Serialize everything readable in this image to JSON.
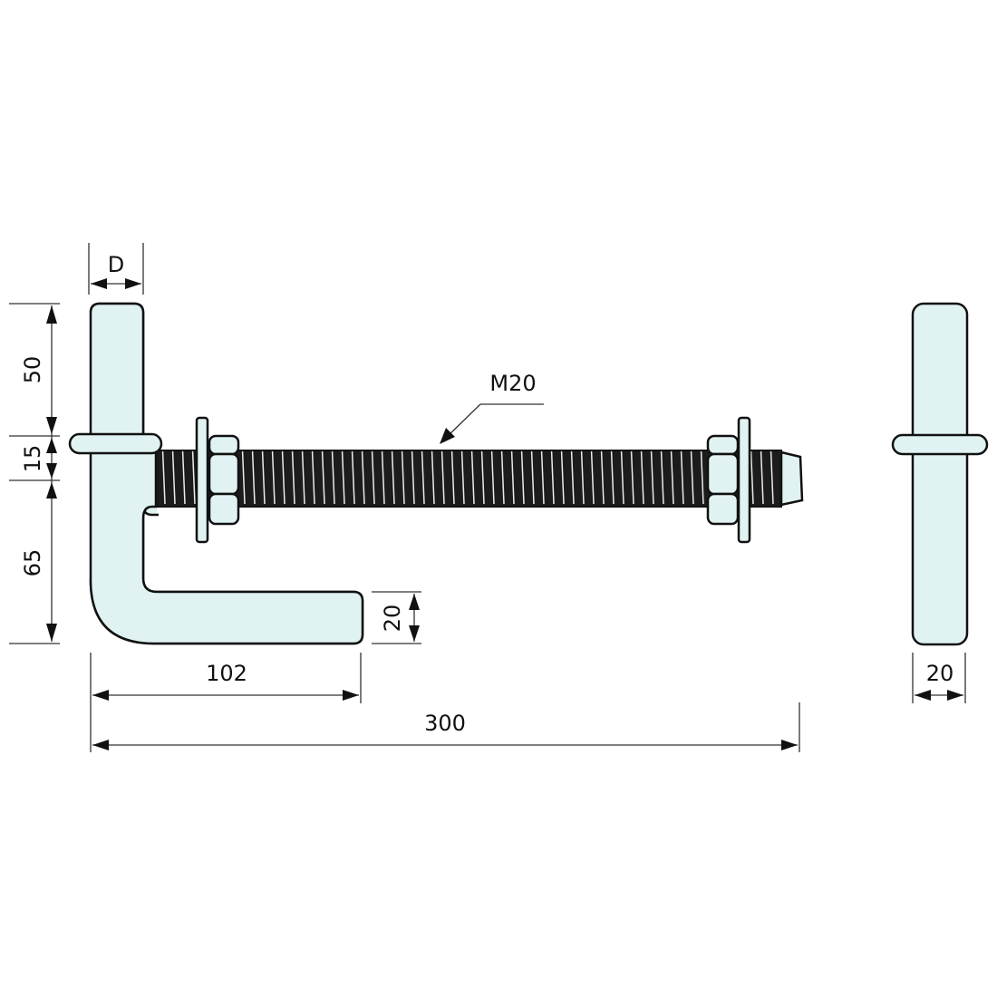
{
  "drawing": {
    "title": "Gate hinge pin with M20 threaded bolt",
    "colors": {
      "part_fill": "#e0f2f2",
      "outline": "#111111",
      "thread": "#1c1c1c"
    },
    "labels": {
      "diameter": "D",
      "thread": "M20",
      "upper_height": "50",
      "collar_height": "15",
      "lower_height": "65",
      "foot_thickness": "20",
      "foot_length": "102",
      "total_length": "300",
      "side_width": "20"
    }
  },
  "views": [
    {
      "name": "front-view",
      "parts": [
        "hook-body",
        "collar",
        "threaded-rod",
        "washer-left",
        "nut-left",
        "washer-right",
        "nut-right",
        "rod-tip"
      ]
    },
    {
      "name": "side-view",
      "parts": [
        "pin",
        "collar"
      ]
    }
  ]
}
